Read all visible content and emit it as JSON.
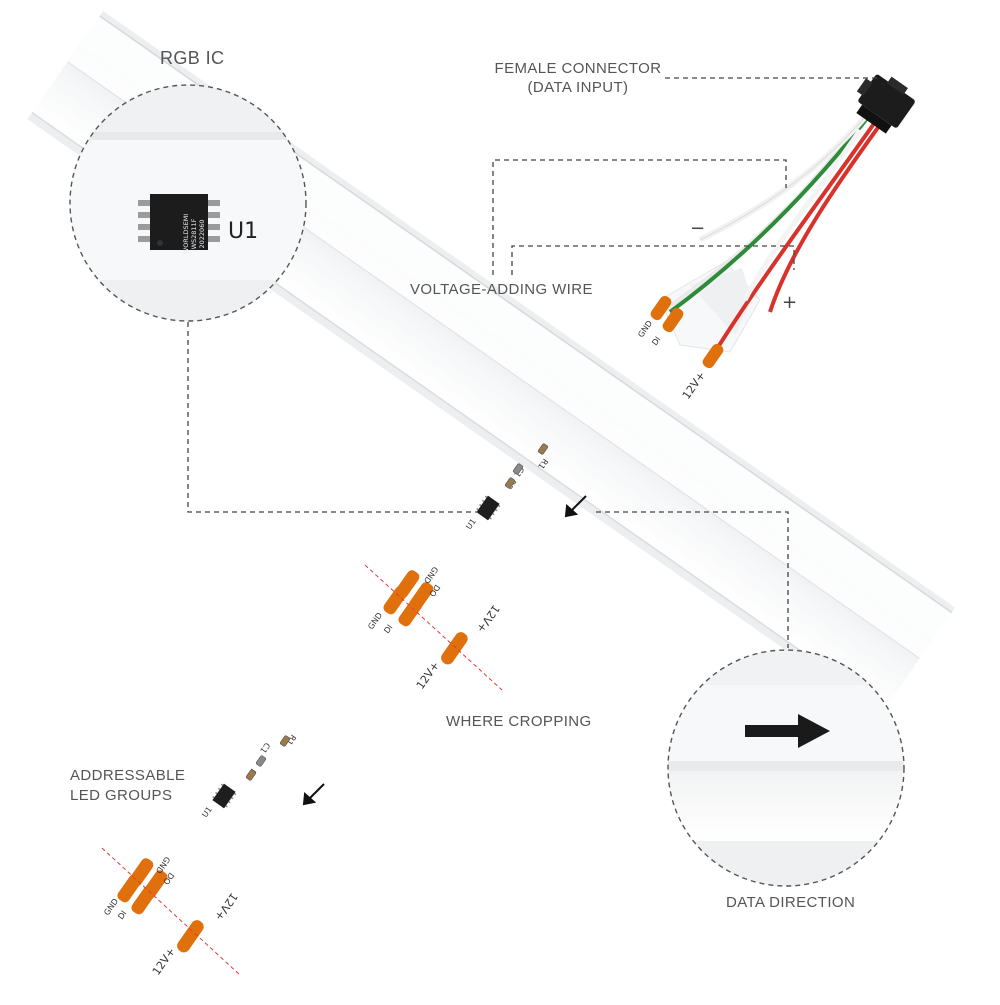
{
  "labels": {
    "rgb_ic": "RGB IC",
    "female_connector_line1": "FEMALE CONNECTOR",
    "female_connector_line2": "(DATA INPUT)",
    "voltage_adding_wire": "VOLTAGE-ADDING WIRE",
    "where_cropping": "WHERE CROPPING",
    "addressable_line1": "ADDRESSABLE",
    "addressable_line2": "LED GROUPS",
    "data_direction": "DATA DIRECTION",
    "minus_sign": "−",
    "plus_sign": "+"
  },
  "chip": {
    "ref": "U1",
    "marking_line1": "WORLDSEMI",
    "marking_line2": "WS2811F",
    "marking_line3": "2022060"
  },
  "pads": {
    "gnd": "GND",
    "di": "DI",
    "do": "DO",
    "v12": "12V+"
  },
  "components": {
    "r1": "R1",
    "r2": "R2",
    "c1": "C1",
    "u1": "U1"
  },
  "colors": {
    "strip": "#f4f5f6",
    "strip_edge": "#e2e4e6",
    "pad": "#e0700c",
    "wire_green": "#2e8b3a",
    "wire_red": "#d8322a",
    "wire_white": "#f2f2f2",
    "crop_line": "#e23b3b",
    "dash": "#444444",
    "label": "#555555"
  }
}
